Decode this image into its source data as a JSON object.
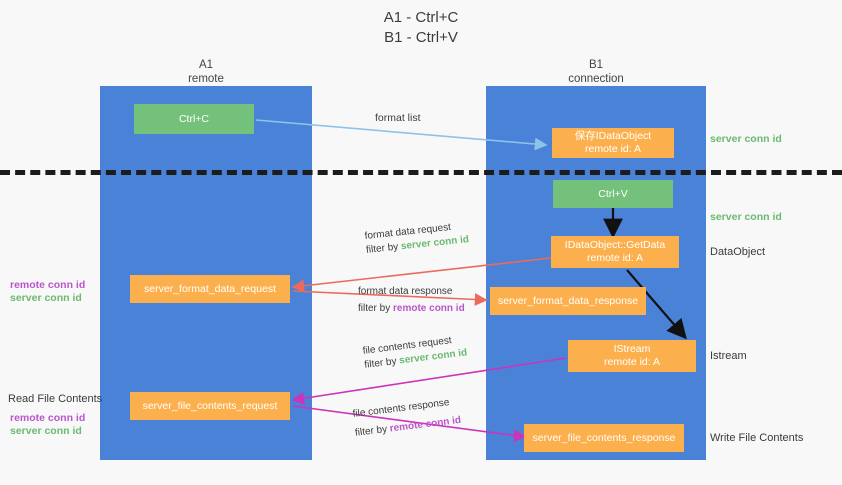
{
  "title": {
    "line1": "A1 - Ctrl+C",
    "line2": "B1 - Ctrl+V"
  },
  "columns": {
    "left": {
      "name": "A1",
      "role": "remote"
    },
    "right": {
      "name": "B1",
      "role": "connection"
    }
  },
  "boxes": {
    "ctrl_c": "Ctrl+C",
    "ctrl_v": "Ctrl+V",
    "save_idataobject": {
      "line1": "保存IDataObject",
      "line2": "remote id: A"
    },
    "getdata": {
      "line1": "IDataObject::GetData",
      "line2": "remote id: A"
    },
    "istream": {
      "line1": "IStream",
      "line2": "remote id: A"
    },
    "server_format_data_request": "server_format_data_request",
    "server_format_data_response": "server_format_data_response",
    "server_file_contents_request": "server_file_contents_request",
    "server_file_contents_response": "server_file_contents_response"
  },
  "edge_labels": {
    "format_list": "format list",
    "format_data_request": {
      "line1": "format data request",
      "prefix": "filter by ",
      "key": "server conn id"
    },
    "format_data_response": {
      "line1": "format data response",
      "prefix": "filter by ",
      "key": "remote conn id"
    },
    "file_contents_request": {
      "line1": "file contents request",
      "prefix": "filter by ",
      "key": "server conn id"
    },
    "file_contents_response": {
      "line1": "file contents response",
      "prefix": "filter by ",
      "key": "remote conn id"
    }
  },
  "right_notes": {
    "server_conn_id_top": "server conn id",
    "server_conn_id_mid": "server conn id",
    "dataobject": "DataObject",
    "istream": "Istream",
    "write_file_contents": "Write File Contents"
  },
  "left_notes": {
    "remote_conn_id_1": "remote conn id",
    "server_conn_id_1": "server conn id",
    "read_file_contents": "Read File Contents",
    "remote_conn_id_2": "remote conn id",
    "server_conn_id_2": "server conn id"
  },
  "colors": {
    "lane_blue": "#4a82d8",
    "box_green": "#74c17c",
    "box_orange": "#fbb04d",
    "key_green": "#6aba6f",
    "key_purple": "#bb55cc",
    "arrow_lightblue": "#8dc3ea",
    "arrow_red": "#ec6a5c",
    "arrow_magenta": "#cc33bb",
    "arrow_black": "#111111",
    "background": "#f8f8f8"
  }
}
